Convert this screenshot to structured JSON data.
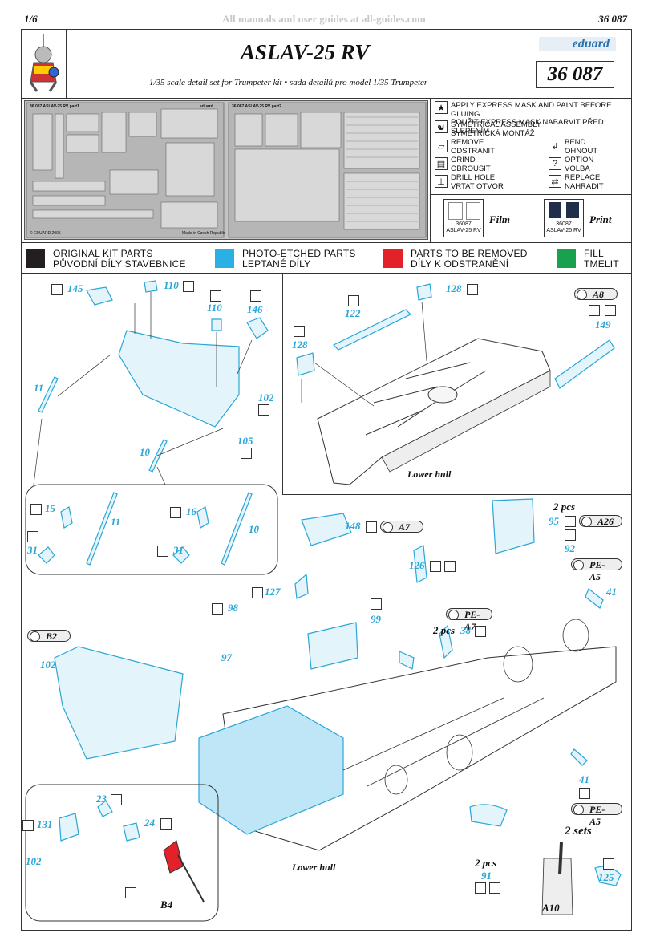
{
  "header": {
    "page": "1/6",
    "watermark": "All manuals and user guides at all-guides.com",
    "code_top": "36 087",
    "title": "ASLAV-25 RV",
    "subtitle": "1/35 scale detail set for Trumpeter kit  •  sada detailů pro model 1/35 Trumpeter",
    "brand": "eduard",
    "code_box": "36 087"
  },
  "fret": {
    "sheet1_label": "36 087  ASLAV-25 RV  part1",
    "sheet2_label": "36 087  ASLAV-25 RV  part2",
    "brand_small": "eduard",
    "copyright": "© EDUARD 2005",
    "made": "Made in Czech Republic"
  },
  "legend": {
    "items": [
      {
        "icon": "star-icon",
        "glyph": "★",
        "line1": "APPLY EXPRESS MASK AND PAINT BEFORE GLUING",
        "line2": "POUŽIT EXPRESS MASK NABARVIT PŘED SLEPENÍM"
      },
      {
        "icon": "symmetry-icon",
        "glyph": "☯",
        "line1": "SYMETRICAL ASSEMBLY",
        "line2": "SYMETRICKÁ MONTÁŽ"
      },
      {
        "icon": "remove-icon",
        "glyph": "▱",
        "line1": "REMOVE",
        "line2": "ODSTRANIT"
      },
      {
        "icon": "bend-icon",
        "glyph": "↲",
        "line1": "BEND",
        "line2": "OHNOUT"
      },
      {
        "icon": "grind-icon",
        "glyph": "▤",
        "line1": "GRIND",
        "line2": "OBROUSIT"
      },
      {
        "icon": "option-icon",
        "glyph": "?",
        "line1": "OPTION",
        "line2": "VOLBA"
      },
      {
        "icon": "drill-icon",
        "glyph": "⊥",
        "line1": "DRILL HOLE",
        "line2": "VRTAT OTVOR"
      },
      {
        "icon": "replace-icon",
        "glyph": "⇄",
        "line1": "REPLACE",
        "line2": "NAHRADIT"
      }
    ],
    "film_label": "Film",
    "film_code": "36087",
    "film_name": "ASLAV-25 RV",
    "print_label": "Print",
    "print_code": "36087",
    "print_name": "ASLAV-25 RV"
  },
  "colors": {
    "black": "#231f20",
    "cyan": "#2ab0e4",
    "red": "#e32129",
    "green": "#1aa150",
    "items": [
      {
        "line1": "ORIGINAL KIT PARTS",
        "line2": "PŮVODNÍ DÍLY STAVEBNICE"
      },
      {
        "line1": "PHOTO-ETCHED PARTS",
        "line2": "LEPTANÉ DÍLY"
      },
      {
        "line1": "PARTS TO BE REMOVED",
        "line2": "DÍLY K ODSTRANĚNÍ"
      },
      {
        "line1": "FILL",
        "line2": "TMELIT"
      }
    ]
  },
  "panel1": {
    "labels": [
      "145",
      "110",
      "110",
      "146",
      "11",
      "102",
      "105",
      "10",
      "15",
      "11",
      "31",
      "16",
      "10",
      "31"
    ]
  },
  "panel2": {
    "labels": [
      "128",
      "122",
      "128",
      "149"
    ],
    "pill": "A8",
    "caption": "Lower hull"
  },
  "panel3": {
    "labels": [
      "148",
      "2 pcs",
      "95",
      "92",
      "126",
      "127",
      "98",
      "99",
      "97",
      "2 pcs",
      "38",
      "41",
      "102",
      "23",
      "131",
      "24",
      "102",
      "41",
      "2 sets",
      "2 pcs",
      "91",
      "125"
    ],
    "labels_black": [
      "B4",
      "A10"
    ],
    "pills": [
      "A7",
      "A26",
      "PE-A5",
      "PE-A7",
      "B2",
      "PE-A5"
    ],
    "caption": "Lower hull"
  }
}
